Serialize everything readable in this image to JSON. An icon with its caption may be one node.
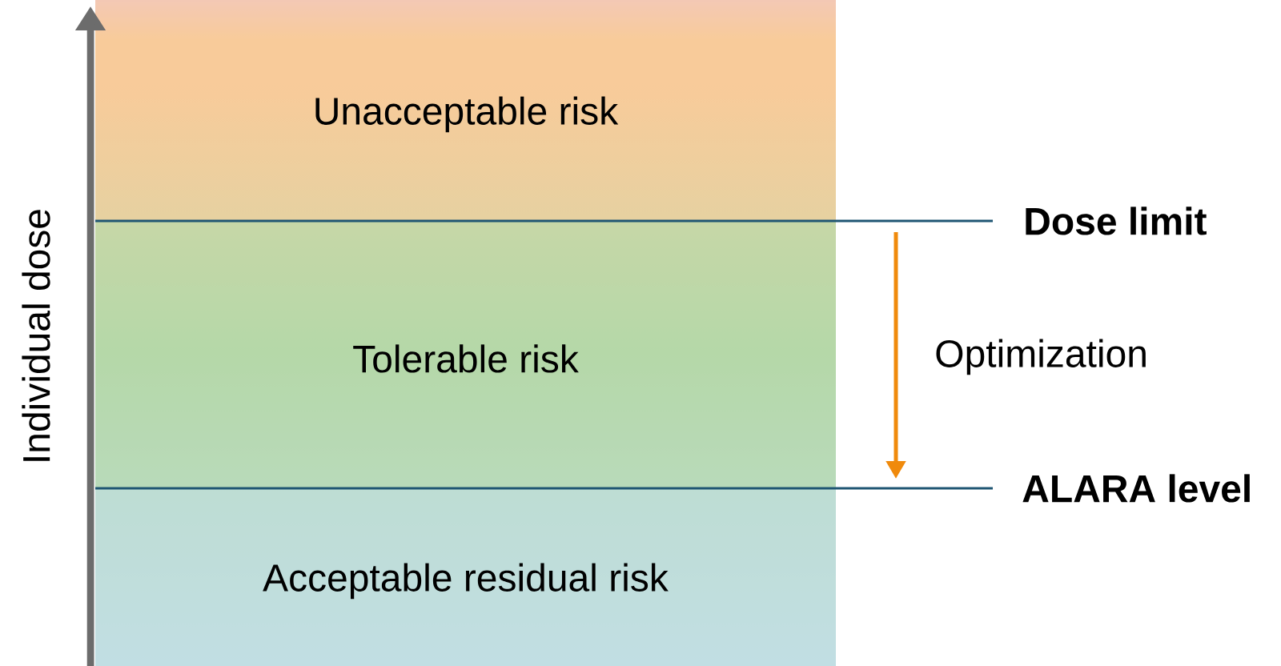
{
  "diagram": {
    "nodes": [
      {
        "text": [
          "Unacceptable risk"
        ]
      },
      {
        "text": [
          "Tolerable risk"
        ]
      },
      {
        "text": [
          "Acceptable residual risk"
        ]
      }
    ],
    "labels": [
      "Individual dose",
      "Dose limit",
      "Optimization",
      "ALARA level"
    ]
  }
}
